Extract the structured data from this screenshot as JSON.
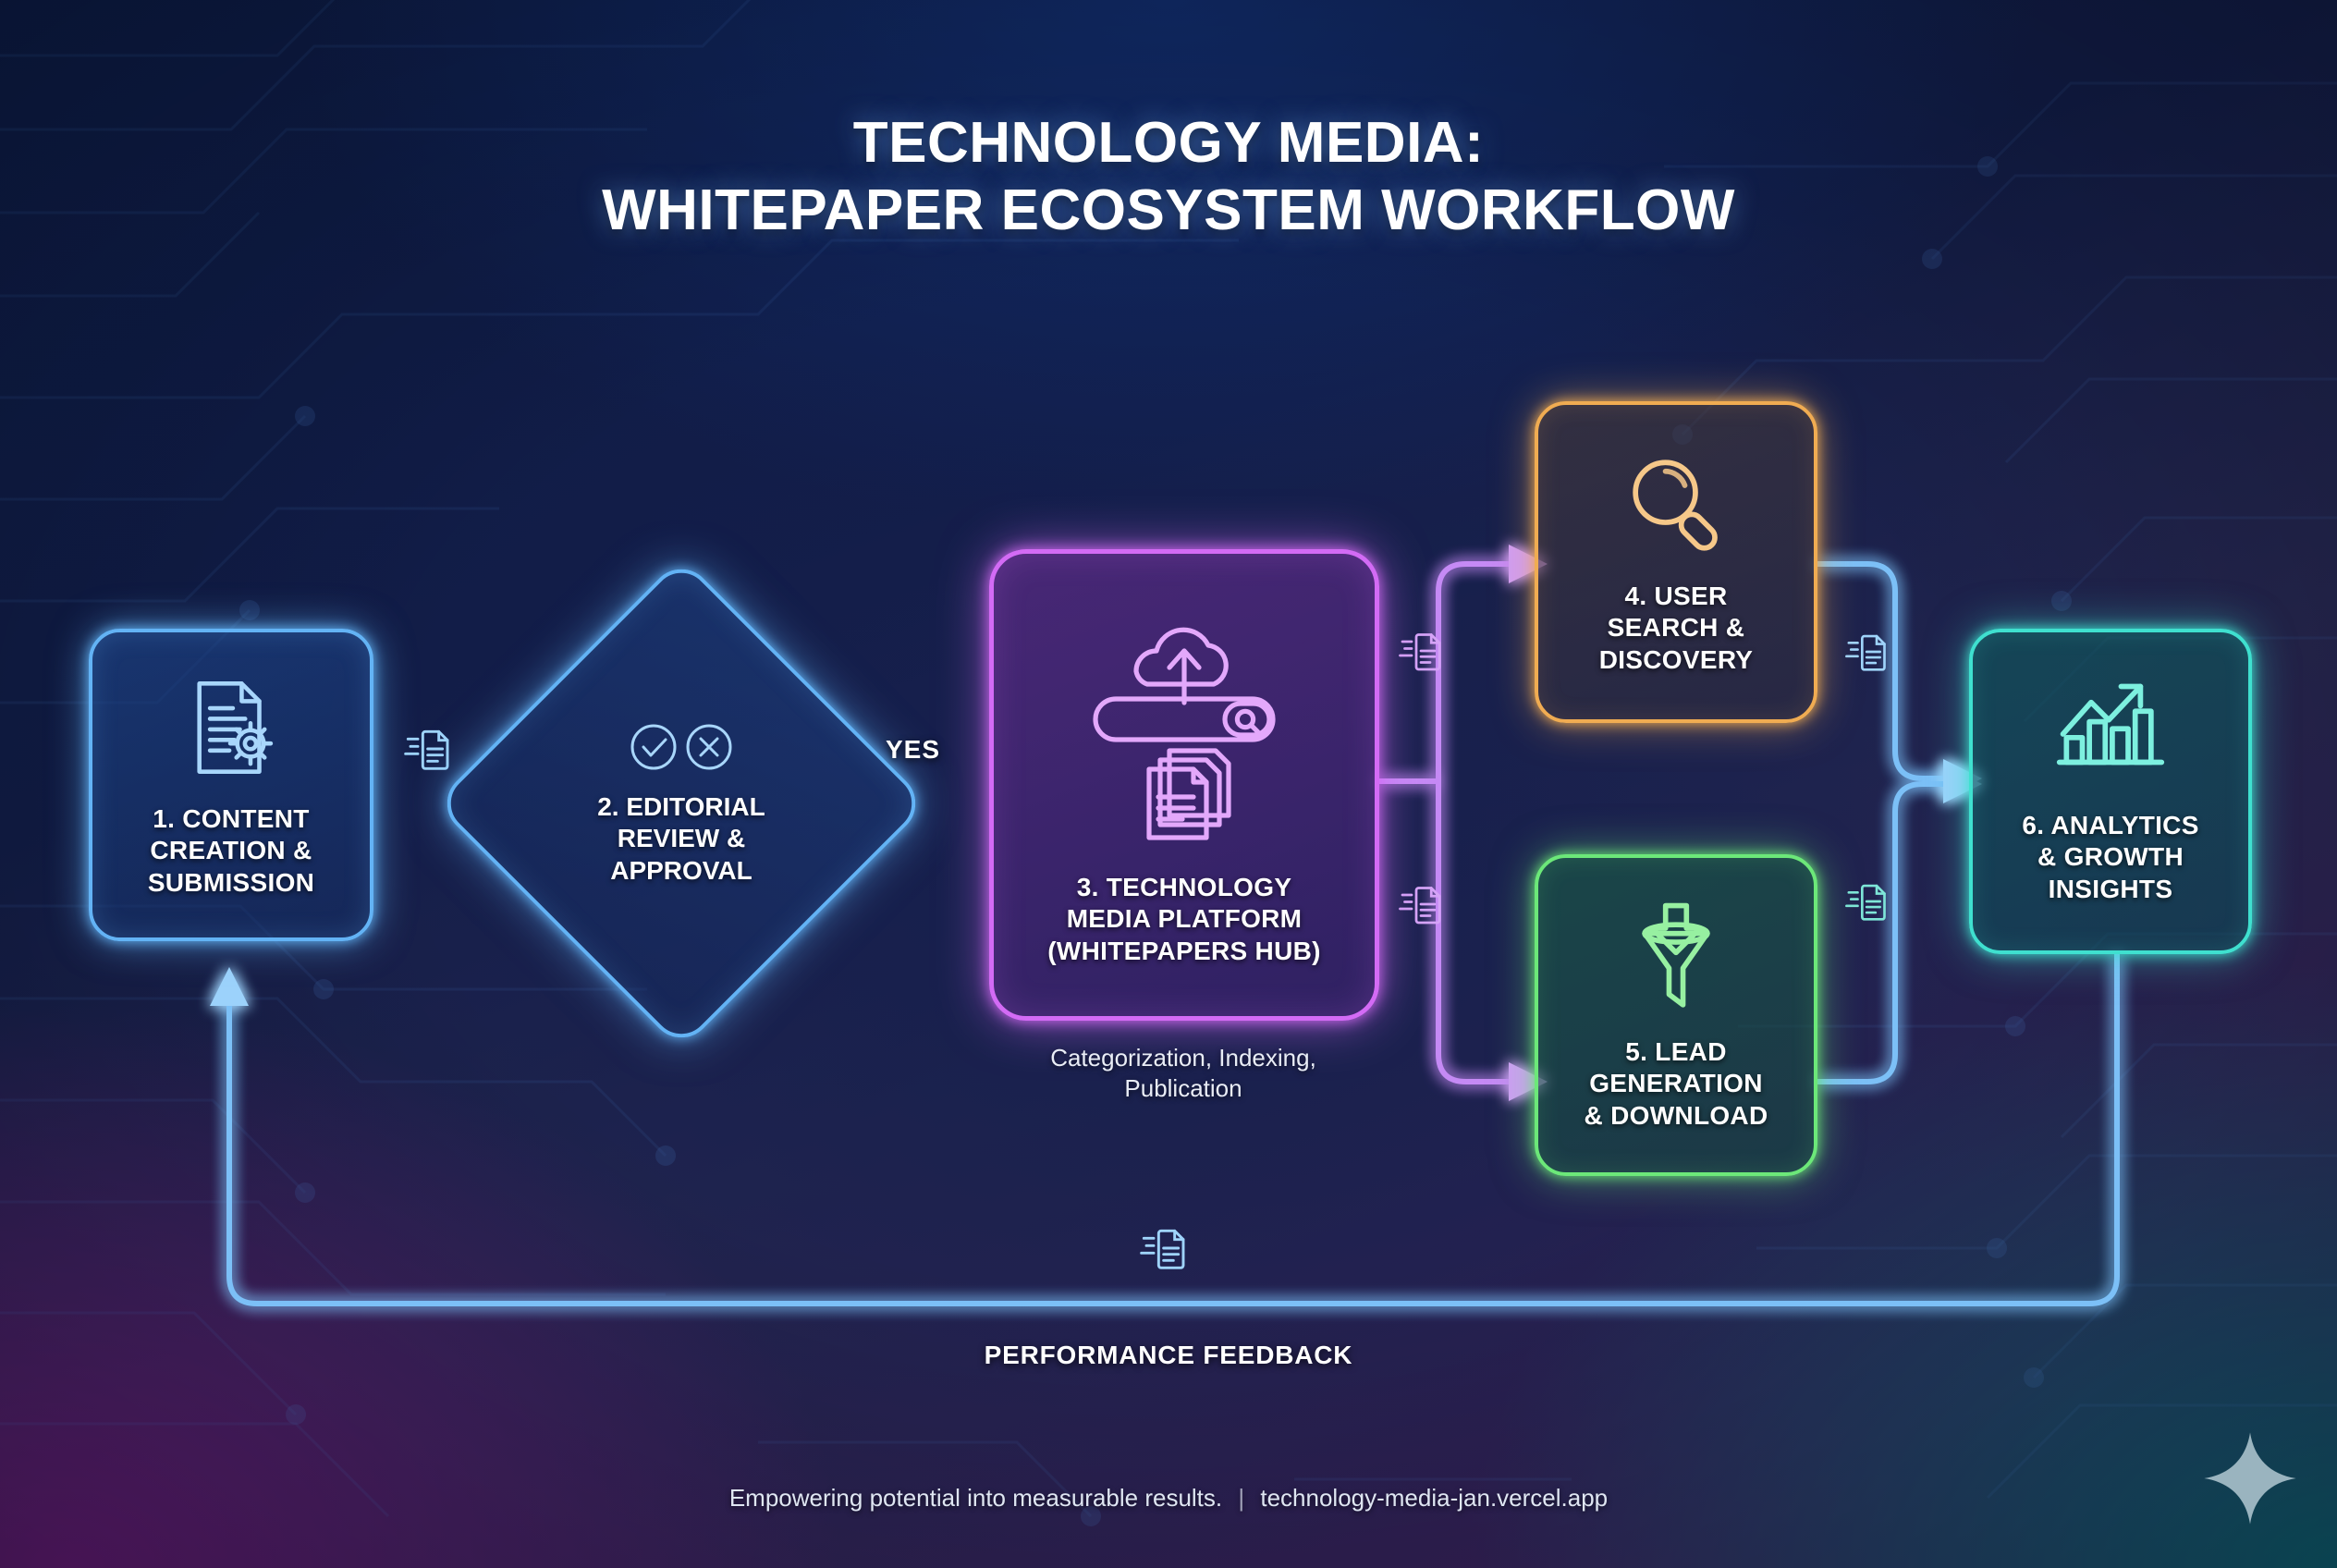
{
  "title": {
    "line1": "TECHNOLOGY MEDIA:",
    "line2": "WHITEPAPER ECOSYSTEM WORKFLOW"
  },
  "colors": {
    "blue": "#63b3f5",
    "purple": "#d36bf5",
    "orange": "#f0ac52",
    "green": "#6ce879",
    "teal": "#3fe0cf",
    "text": "#ffffff",
    "background_top": "#102a66",
    "background_bottom_left": "#5c1a6e",
    "background_bottom_right": "#0d5a6b"
  },
  "nodes": [
    {
      "id": "node1",
      "label": "1. CONTENT\nCREATION &\nSUBMISSION",
      "icon": "document-gear-icon",
      "color": "blue",
      "shape": "rounded-rect"
    },
    {
      "id": "node2",
      "label": "2. EDITORIAL\nREVIEW &\nAPPROVAL",
      "icon": "check-circle-x-circle-icon",
      "color": "blue",
      "shape": "diamond"
    },
    {
      "id": "node3",
      "label": "3. TECHNOLOGY\nMEDIA PLATFORM\n(WHITEPAPERS HUB)",
      "icon": "cloud-upload-search-documents-icon",
      "color": "purple",
      "shape": "rounded-rect",
      "caption": "Categorization, Indexing,\nPublication"
    },
    {
      "id": "node4",
      "label": "4. USER\nSEARCH &\nDISCOVERY",
      "icon": "magnifier-icon",
      "color": "orange",
      "shape": "rounded-rect"
    },
    {
      "id": "node5",
      "label": "5. LEAD\nGENERATION\n& DOWNLOAD",
      "icon": "funnel-download-icon",
      "color": "green",
      "shape": "rounded-rect"
    },
    {
      "id": "node6",
      "label": "6. ANALYTICS\n& GROWTH\nINSIGHTS",
      "icon": "growth-chart-icon",
      "color": "teal",
      "shape": "rounded-rect"
    }
  ],
  "edges": [
    {
      "from": "node1",
      "to": "node2",
      "label": "",
      "badge": "flying-document-icon",
      "color": "blue"
    },
    {
      "from": "node2",
      "to": "node3",
      "label": "YES",
      "badge": "",
      "color": "purple"
    },
    {
      "from": "node3",
      "to": "node4",
      "label": "",
      "badge": "flying-document-icon",
      "color": "purple"
    },
    {
      "from": "node3",
      "to": "node5",
      "label": "",
      "badge": "flying-document-icon",
      "color": "purple"
    },
    {
      "from": "node4",
      "to": "node6",
      "label": "",
      "badge": "flying-document-icon",
      "color": "blue"
    },
    {
      "from": "node5",
      "to": "node6",
      "label": "",
      "badge": "flying-document-icon",
      "color": "blue"
    },
    {
      "from": "node6",
      "to": "node1",
      "label": "PERFORMANCE FEEDBACK",
      "badge": "flying-document-icon",
      "color": "blue"
    }
  ],
  "edge_labels": {
    "yes": "YES",
    "feedback": "PERFORMANCE FEEDBACK"
  },
  "footer": {
    "tagline": "Empowering potential into measurable results.",
    "separator": "|",
    "url": "technology-media-jan.vercel.app"
  },
  "decorations": {
    "sparkle": "four-point-star-icon"
  }
}
